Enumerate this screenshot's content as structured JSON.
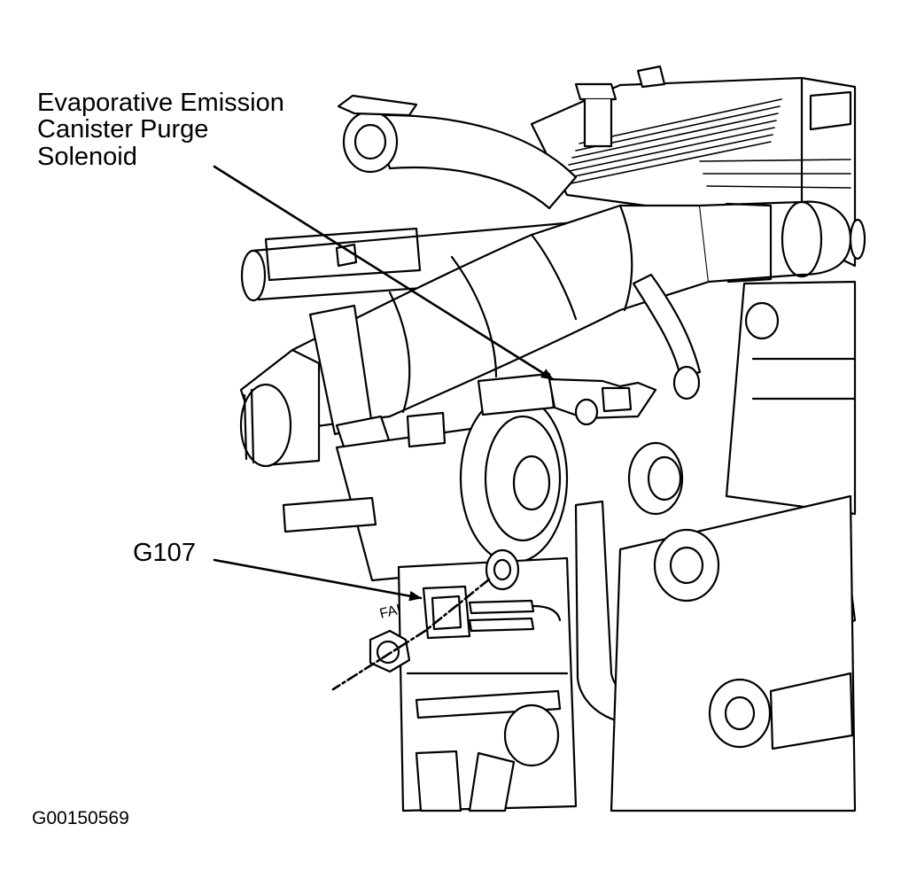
{
  "callouts": {
    "purge_solenoid": {
      "line1": "Evaporative Emission",
      "line2": "Canister Purge",
      "line3": "Solenoid"
    },
    "ground": {
      "label": "G107"
    }
  },
  "engine_stamp": {
    "text": "FAI"
  },
  "figure_id": "G00150569",
  "colors": {
    "ink": "#000000",
    "paper": "#ffffff"
  }
}
